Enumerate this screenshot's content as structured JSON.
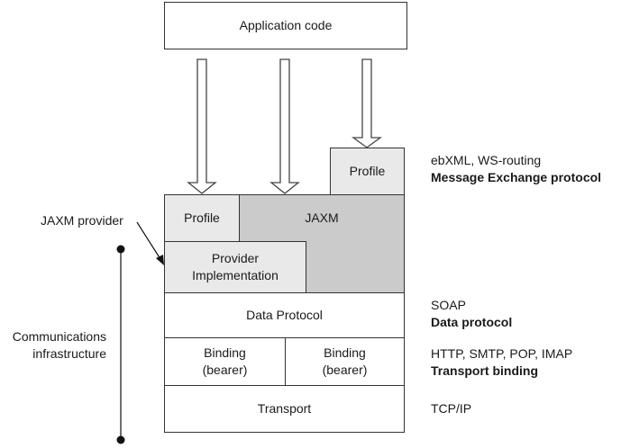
{
  "diagram": {
    "application": "Application code",
    "stack": {
      "profile_top": "Profile",
      "profile_left": "Profile",
      "jaxm": "JAXM",
      "provider_impl": [
        "Provider",
        "Implementation"
      ],
      "data_protocol": "Data Protocol",
      "binding_left": [
        "Binding",
        "(bearer)"
      ],
      "binding_right": [
        "Binding",
        "(bearer)"
      ],
      "transport": "Transport"
    },
    "left_labels": {
      "jaxm_provider": "JAXM provider",
      "communications": [
        "Communications",
        "infrastructure"
      ]
    },
    "right_labels": {
      "message_exchange": {
        "examples": "ebXML, WS-routing",
        "layer": "Message Exchange protocol"
      },
      "data": {
        "examples": "SOAP",
        "layer": "Data protocol"
      },
      "transport_binding": {
        "examples": "HTTP, SMTP, POP, IMAP",
        "layer": "Transport binding"
      },
      "transport": {
        "examples": "TCP/IP"
      }
    },
    "colors": {
      "outline": "#333333",
      "light_fill": "#e9e9e9",
      "dark_fill": "#cbcbcb"
    }
  }
}
